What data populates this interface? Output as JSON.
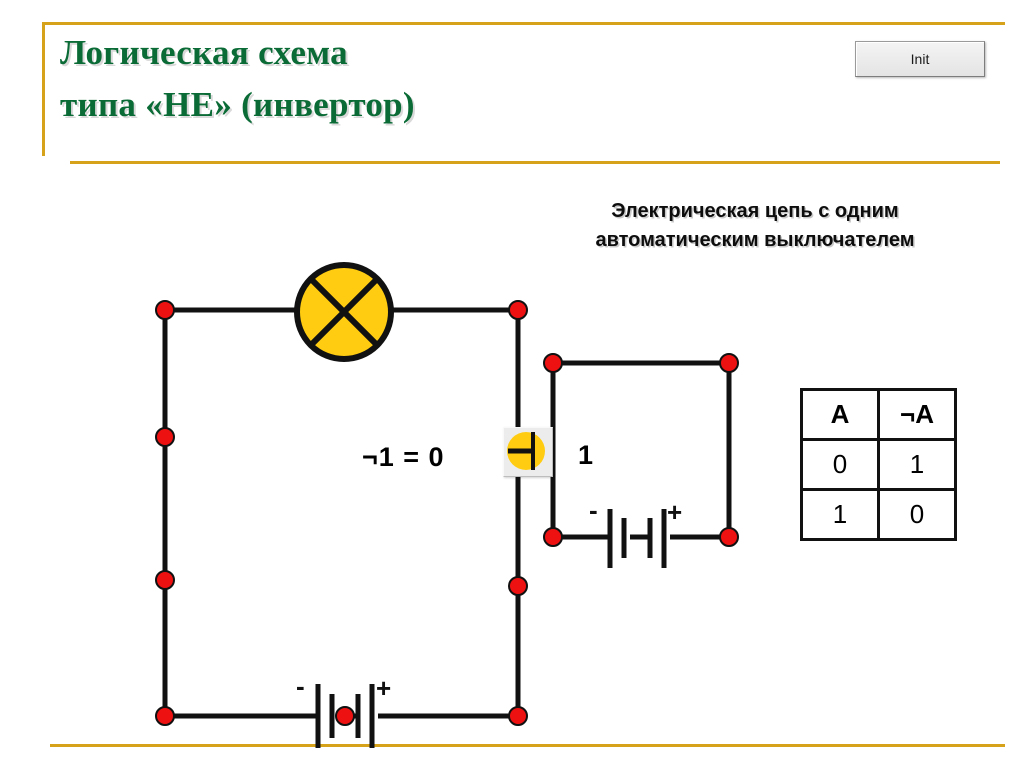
{
  "slide": {
    "accent_color": "#d6a219",
    "title_color": "#0b6b36",
    "background": "#ffffff"
  },
  "header": {
    "title_line1": "Логическая схема",
    "title_line2": "типа «НЕ» (инвертор)"
  },
  "toolbar": {
    "init_label": "Init"
  },
  "subtitle": {
    "line1": "Электрическая цепь с одним",
    "line2": "автоматическим выключателем"
  },
  "circuit": {
    "lamp": {
      "name": "lamp",
      "fill": "#FFCC11",
      "stroke": "#111111"
    },
    "switch": {
      "name": "automatic-switch",
      "state": "open",
      "fill": "#FFCC11",
      "left_label": "¬1 = 0",
      "right_label": "1"
    },
    "battery_main": {
      "minus": "-",
      "plus": "+"
    },
    "battery_control": {
      "minus": "-",
      "plus": "+"
    },
    "node_color": "#ee1111",
    "wire_color": "#111111"
  },
  "truth_table": {
    "headers": [
      "A",
      "¬A"
    ],
    "rows": [
      [
        "0",
        "1"
      ],
      [
        "1",
        "0"
      ]
    ]
  }
}
